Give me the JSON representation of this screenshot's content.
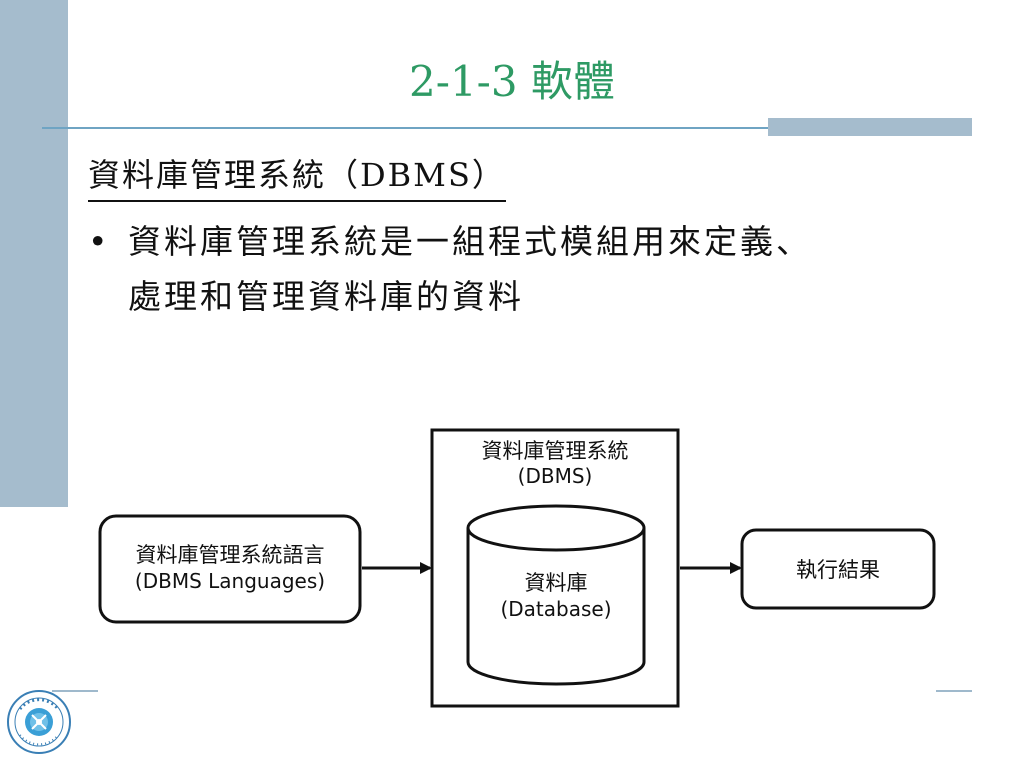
{
  "slide": {
    "title": "2-1-3 軟體",
    "subheading": "資料庫管理系統（DBMS）",
    "bullet_symbol": "•",
    "bullet_line1": "資料庫管理系統是一組程式模組用來定義、",
    "bullet_line2": "處理和管理資料庫的資料"
  },
  "diagram": {
    "left_box": {
      "line1": "資料庫管理系統語言",
      "line2": "(DBMS Languages)"
    },
    "dbms_box": {
      "line1": "資料庫管理系統",
      "line2": "(DBMS)"
    },
    "database": {
      "line1": "資料庫",
      "line2": "(Database)"
    },
    "right_box": {
      "line1": "執行結果"
    }
  },
  "colors": {
    "title": "#2e9a64",
    "accent_bar": "#a5bccd",
    "rule": "#6fa4c3"
  },
  "icons": {
    "logo": "university-seal-icon"
  }
}
